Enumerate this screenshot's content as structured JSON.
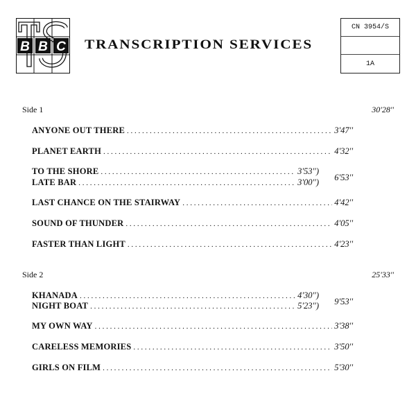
{
  "header": {
    "logo_text": "BBC TS",
    "title": "TRANSCRIPTION SERVICES",
    "ref": {
      "catalog": "CN 3954/S",
      "blank": "",
      "side": "1A"
    }
  },
  "sides": [
    {
      "label": "Side 1",
      "total": "30'28''",
      "tracks": [
        {
          "title": "ANYONE OUT THERE",
          "time": "3'47''"
        },
        {
          "title": "PLANET EARTH",
          "time": "4'32''"
        },
        {
          "title": "TO THE SHORE",
          "time": "3'53'')"
        },
        {
          "title": "LATE BAR",
          "time": "3'00'')"
        },
        {
          "title": "LAST CHANCE ON THE STAIRWAY",
          "time": "4'42''"
        },
        {
          "title": "SOUND OF THUNDER",
          "time": "4'05''"
        },
        {
          "title": "FASTER THAN LIGHT",
          "time": "4'23''"
        }
      ],
      "pair_total": "6'53''"
    },
    {
      "label": "Side 2",
      "total": "25'33''",
      "tracks": [
        {
          "title": "KHANADA",
          "time": "4'30'')"
        },
        {
          "title": "NIGHT BOAT",
          "time": "5'23'')"
        },
        {
          "title": "MY OWN WAY",
          "time": "3'38''"
        },
        {
          "title": "CARELESS MEMORIES",
          "time": "3'50''"
        },
        {
          "title": "GIRLS ON FILM",
          "time": "5'30''"
        }
      ],
      "pair_total": "9'53''"
    }
  ]
}
